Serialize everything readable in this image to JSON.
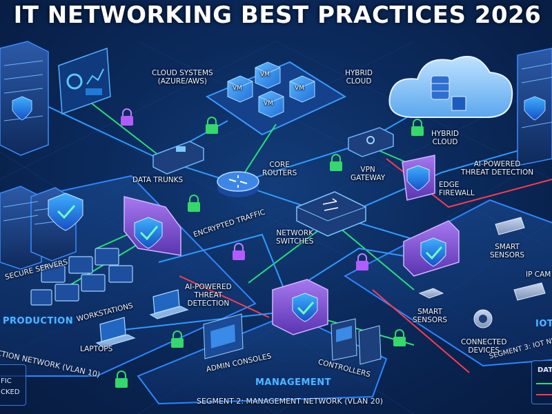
{
  "title": "IT NETWORKING BEST PRACTICES 2026",
  "labels": {
    "cloud_systems": "CLOUD SYSTEMS\n(AZURE/AWS)",
    "hybrid_cloud_top": "HYBRID\nCLOUD",
    "hybrid_cloud_right": "HYBRID\nCLOUD",
    "ai_threat_right": "AI-POWERED\nTHREAT DETECTION",
    "data_trunks": "DATA TRUNKS",
    "core_routers": "CORE\nROUTERS",
    "vpn_gateway": "VPN\nGATEWAY",
    "edge_firewall": "EDGE\nFIREWALL",
    "encrypted_traffic": "ENCRYPTED TRAFFIC",
    "network_switches": "NETWORK\nSWITCHES",
    "smart_sensors_right": "SMART\nSENSORS",
    "ip_cam": "IP CAM",
    "secure_servers": "SECURE SERVERS",
    "workstations": "WORKSTATIONS",
    "ai_threat_center": "AI-POWERED\nTHREAT\nDETECTION",
    "smart_sensors_center": "SMART\nSENSORS",
    "connected_devices": "CONNECTED\nDEVICES",
    "laptops": "LAPTOPS",
    "admin_consoles": "ADMIN CONSOLES",
    "controllers": "CONTROLLERS",
    "vm": "VM"
  },
  "zones": {
    "production": "PRODUCTION",
    "management": "MANAGEMENT",
    "iot": "IoT"
  },
  "segments": {
    "seg1": "CTION NETWORK (VLAN 10)",
    "seg2": "SEGMENT 2: MANAGEMENT NETWORK (VLAN 20)",
    "seg3": "SEGMENT 3: IoT NE"
  },
  "legend_left": {
    "line1": "FIC",
    "line2": "CKED"
  },
  "legend_right": {
    "line1": "DAT"
  },
  "colors": {
    "background": "#0b2a5c",
    "accent_blue": "#2f9bff",
    "traffic_green": "#27e07a",
    "blocked_red": "#ff3b4e",
    "firewall_purple": "#8a55e0",
    "lock_green": "#35d86a",
    "lock_purple": "#b25cff",
    "shield_blue": "#1d8bff"
  }
}
